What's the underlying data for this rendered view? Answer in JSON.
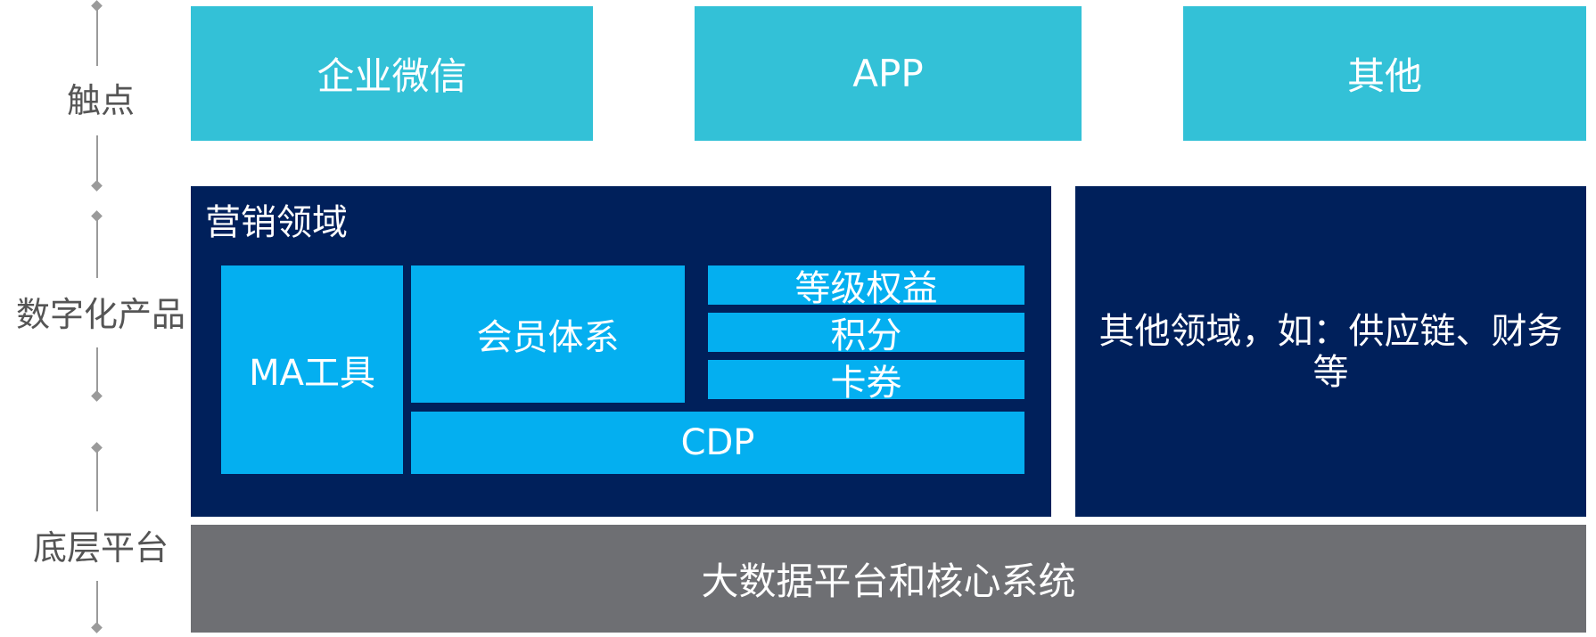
{
  "row_labels": {
    "touchpoints": "触点",
    "digital_products": "数字化产品",
    "base_platform": "底层平台"
  },
  "touchpoints": [
    "企业微信",
    "APP",
    "其他"
  ],
  "marketing_domain": {
    "title": "营销领域",
    "ma_tool": "MA工具",
    "member_system": "会员体系",
    "level_rights": "等级权益",
    "points": "积分",
    "coupons": "卡券",
    "cdp": "CDP"
  },
  "other_domain": "其他领域，如：供应链、财务等",
  "base_platform": "大数据平台和核心系统",
  "colors": {
    "touchpoint": "#33c1d7",
    "domain_bg": "#00205b",
    "module": "#04aff0",
    "platform": "#6e6f73",
    "connector": "#9a9a9a"
  }
}
